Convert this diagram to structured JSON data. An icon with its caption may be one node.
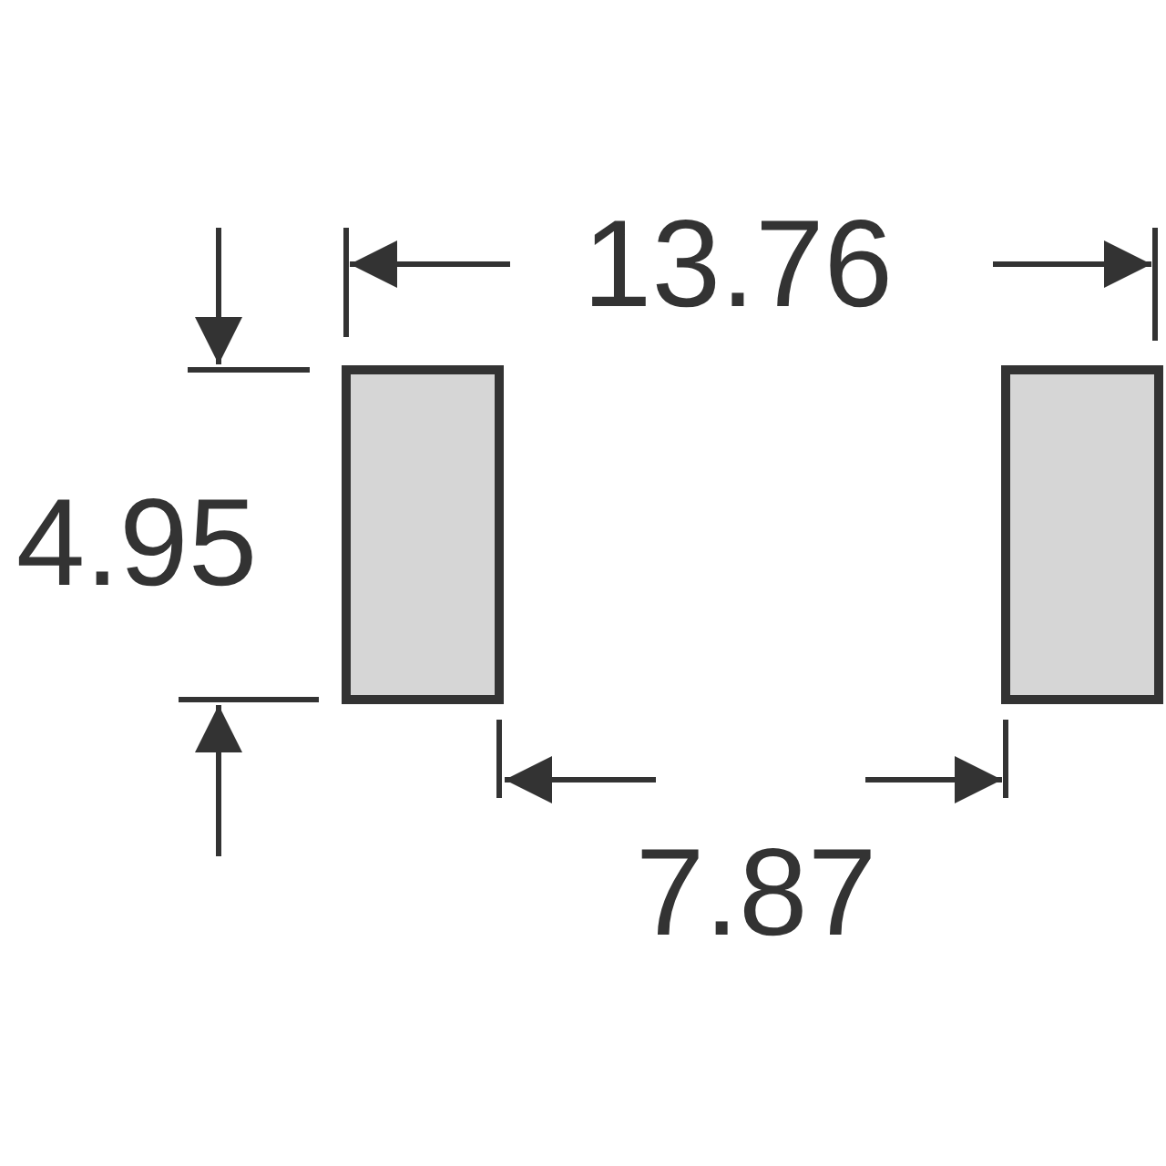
{
  "diagram": {
    "labels": [
      "13.76",
      "4.95",
      "7.87"
    ]
  }
}
